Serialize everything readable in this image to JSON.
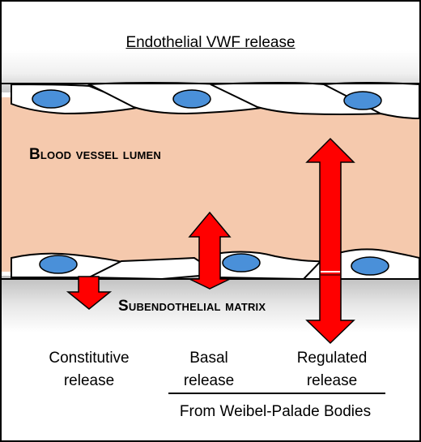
{
  "title": "Endothelial VWF release",
  "regions": {
    "lumen": "Blood vessel lumen",
    "matrix": "Subendothelial matrix"
  },
  "release_types": {
    "constitutive": "Constitutive\nrelease",
    "basal": "Basal\nrelease",
    "regulated": "Regulated\nrelease"
  },
  "footer": "From Weibel-Palade Bodies",
  "colors": {
    "lumen": "#f5c9ad",
    "arrow": "#ff0000",
    "nucleus": "#4a90d9",
    "cell": "#ffffff",
    "outline": "#000000"
  }
}
